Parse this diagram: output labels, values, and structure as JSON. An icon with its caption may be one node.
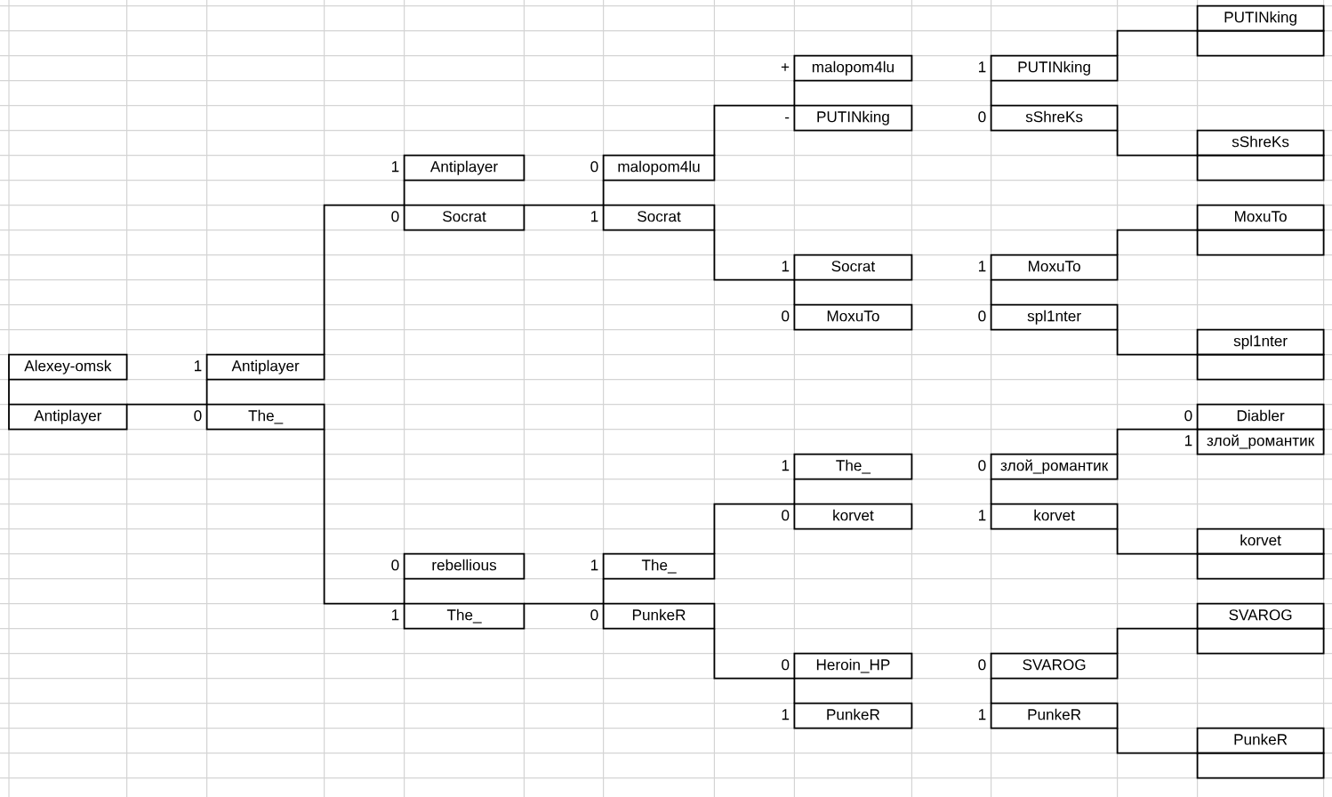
{
  "diagram": {
    "nodes": [
      {
        "text": [
          "Alexey-omsk"
        ]
      },
      {
        "text": [
          "Antiplayer"
        ]
      },
      {
        "text": [
          "Antiplayer"
        ],
        "beside": [
          "1"
        ]
      },
      {
        "text": [
          "The_"
        ],
        "beside": [
          "0"
        ]
      },
      {
        "text": [
          "Antiplayer"
        ],
        "beside": [
          "1"
        ]
      },
      {
        "text": [
          "Socrat"
        ],
        "beside": [
          "0"
        ]
      },
      {
        "text": [
          "rebellious"
        ],
        "beside": [
          "0"
        ]
      },
      {
        "text": [
          "The_"
        ],
        "beside": [
          "1"
        ]
      },
      {
        "text": [
          "malopom4lu"
        ],
        "beside": [
          "0"
        ]
      },
      {
        "text": [
          "Socrat"
        ],
        "beside": [
          "1"
        ]
      },
      {
        "text": [
          "The_"
        ],
        "beside": [
          "1"
        ]
      },
      {
        "text": [
          "PunkeR"
        ],
        "beside": [
          "0"
        ]
      },
      {
        "text": [
          "malopom4lu"
        ],
        "beside": [
          "+"
        ]
      },
      {
        "text": [
          "PUTINking"
        ],
        "beside": [
          "-"
        ]
      },
      {
        "text": [
          "Socrat"
        ],
        "beside": [
          "1"
        ]
      },
      {
        "text": [
          "MoxuTo"
        ],
        "beside": [
          "0"
        ]
      },
      {
        "text": [
          "The_"
        ],
        "beside": [
          "1"
        ]
      },
      {
        "text": [
          "korvet"
        ],
        "beside": [
          "0"
        ]
      },
      {
        "text": [
          "Heroin_HP"
        ],
        "beside": [
          "0"
        ]
      },
      {
        "text": [
          "PunkeR"
        ],
        "beside": [
          "1"
        ]
      },
      {
        "text": [
          "PUTINking"
        ],
        "beside": [
          "1"
        ]
      },
      {
        "text": [
          "sShreKs"
        ],
        "beside": [
          "0"
        ]
      },
      {
        "text": [
          "MoxuTo"
        ],
        "beside": [
          "1"
        ]
      },
      {
        "text": [
          "spl1nter"
        ],
        "beside": [
          "0"
        ]
      },
      {
        "text": [
          "злой_романтик"
        ],
        "beside": [
          "0"
        ]
      },
      {
        "text": [
          "korvet"
        ],
        "beside": [
          "1"
        ]
      },
      {
        "text": [
          "SVAROG"
        ],
        "beside": [
          "0"
        ]
      },
      {
        "text": [
          "PunkeR"
        ],
        "beside": [
          "1"
        ]
      },
      {
        "text": [
          "PUTINking"
        ]
      },
      {
        "text": [
          "sShreKs"
        ]
      },
      {
        "text": [
          "MoxuTo"
        ]
      },
      {
        "text": [
          "spl1nter"
        ]
      },
      {
        "text": [
          "Diabler"
        ],
        "beside": [
          "0"
        ]
      },
      {
        "text": [
          "злой_романтик"
        ],
        "beside": [
          "1"
        ]
      },
      {
        "text": [
          "korvet"
        ]
      },
      {
        "text": [
          "SVAROG"
        ]
      },
      {
        "text": [
          "PunkeR"
        ]
      }
    ],
    "edges": [
      {
        "from": 28,
        "to": 20,
        "arrow": "none"
      },
      {
        "from": 29,
        "to": 21,
        "arrow": "none"
      },
      {
        "from": 30,
        "to": 22,
        "arrow": "none"
      },
      {
        "from": 31,
        "to": 23,
        "arrow": "none"
      },
      {
        "from": 33,
        "to": 24,
        "arrow": "none"
      },
      {
        "from": 34,
        "to": 25,
        "arrow": "none"
      },
      {
        "from": 35,
        "to": 26,
        "arrow": "none"
      },
      {
        "from": 36,
        "to": 27,
        "arrow": "none"
      },
      {
        "from": 13,
        "to": 8,
        "arrow": "none"
      },
      {
        "from": 14,
        "to": 9,
        "arrow": "none"
      },
      {
        "from": 17,
        "to": 10,
        "arrow": "none"
      },
      {
        "from": 18,
        "to": 11,
        "arrow": "none"
      },
      {
        "from": 9,
        "to": 5,
        "arrow": "none"
      },
      {
        "from": 11,
        "to": 7,
        "arrow": "none"
      },
      {
        "from": 5,
        "to": 2,
        "arrow": "none"
      },
      {
        "from": 7,
        "to": 3,
        "arrow": "none"
      },
      {
        "from": 3,
        "to": 1,
        "arrow": "none"
      },
      {
        "from": 0,
        "to": 1,
        "arrow": "none"
      },
      {
        "from": 2,
        "to": 3,
        "arrow": "none"
      },
      {
        "from": 4,
        "to": 5,
        "arrow": "none"
      },
      {
        "from": 6,
        "to": 7,
        "arrow": "none"
      },
      {
        "from": 8,
        "to": 9,
        "arrow": "none"
      },
      {
        "from": 10,
        "to": 11,
        "arrow": "none"
      },
      {
        "from": 12,
        "to": 13,
        "arrow": "none"
      },
      {
        "from": 14,
        "to": 15,
        "arrow": "none"
      },
      {
        "from": 16,
        "to": 17,
        "arrow": "none"
      },
      {
        "from": 18,
        "to": 19,
        "arrow": "none"
      },
      {
        "from": 20,
        "to": 21,
        "arrow": "none"
      },
      {
        "from": 22,
        "to": 23,
        "arrow": "none"
      },
      {
        "from": 24,
        "to": 25,
        "arrow": "none"
      },
      {
        "from": 26,
        "to": 27,
        "arrow": "none"
      }
    ]
  }
}
